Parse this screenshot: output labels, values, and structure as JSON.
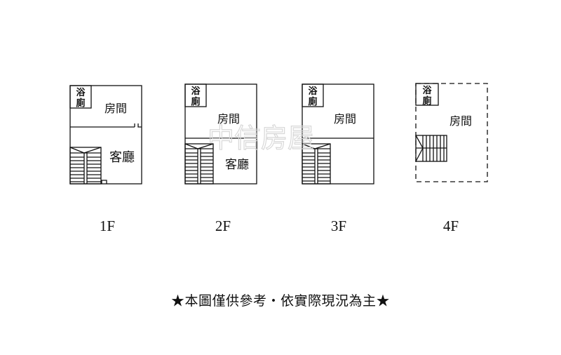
{
  "floors": [
    {
      "id": "1f",
      "label": "1F",
      "bath": [
        "浴",
        "廁"
      ],
      "rooms": [
        "房間",
        "客廳"
      ]
    },
    {
      "id": "2f",
      "label": "2F",
      "bath": [
        "浴",
        "廁"
      ],
      "rooms": [
        "房間",
        "客廳"
      ]
    },
    {
      "id": "3f",
      "label": "3F",
      "bath": [
        "浴",
        "廁"
      ],
      "rooms": [
        "房間"
      ]
    },
    {
      "id": "4f",
      "label": "4F",
      "bath": [
        "浴",
        "廁"
      ],
      "rooms": [
        "房間"
      ]
    }
  ],
  "watermark": "中信房屋",
  "disclaimer": "★本圖僅供參考・依實際現況為主★",
  "colors": {
    "line": "#111111",
    "watermark": "#d8d8d8"
  }
}
